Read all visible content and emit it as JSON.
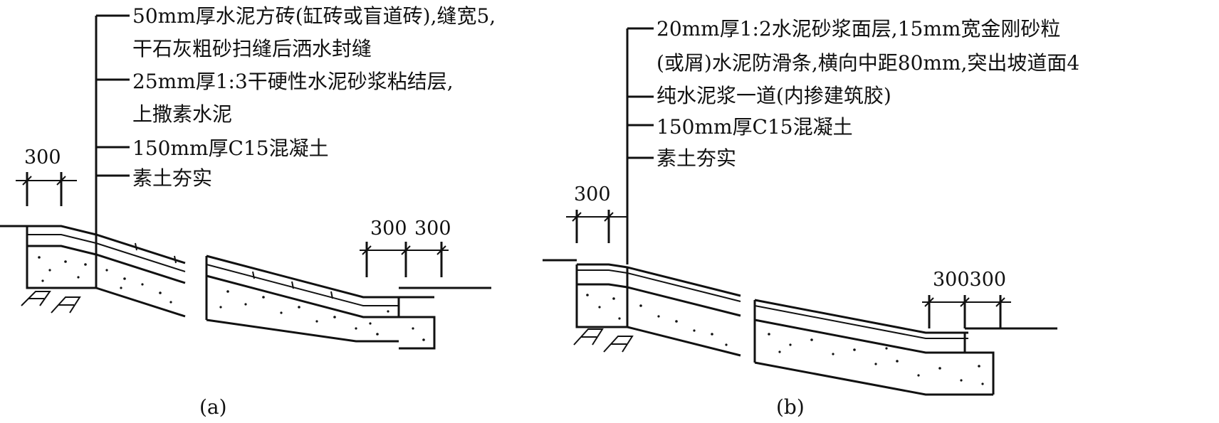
{
  "diagram_a": {
    "caption": "(a)",
    "labels": [
      "50mm厚水泥方砖(缸砖或盲道砖),缝宽5,",
      "干石灰粗砂扫缝后洒水封缝",
      "25mm厚1:3干硬性水泥砂浆粘结层,",
      "上撒素水泥",
      "150mm厚C15混凝土",
      "素土夯实"
    ],
    "dim_top": "300",
    "dim_bottom_1": "300",
    "dim_bottom_2": "300"
  },
  "diagram_b": {
    "caption": "(b)",
    "labels": [
      "20mm厚1:2水泥砂浆面层,15mm宽金刚砂粒",
      "(或屑)水泥防滑条,横向中距80mm,突出坡道面4",
      "纯水泥浆一道(内掺建筑胶)",
      "150mm厚C15混凝土",
      "素土夯实"
    ],
    "dim_top": "300",
    "dim_bottom": "300300"
  },
  "colors": {
    "ink": "#111111",
    "background": "#ffffff"
  }
}
